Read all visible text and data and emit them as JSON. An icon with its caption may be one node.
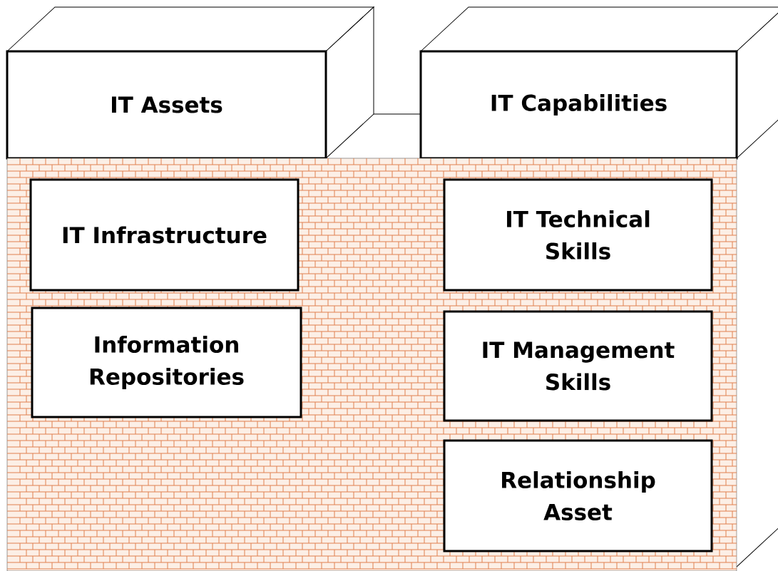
{
  "diagram": {
    "nodes": [
      {
        "text": [
          "IT Assets"
        ]
      },
      {
        "text": [
          "IT Capabilities"
        ]
      },
      {
        "text": [],
        "shape": "box"
      },
      {
        "text": [
          "IT Infrastructure"
        ],
        "in": 2
      },
      {
        "text": [
          "Information Repositories"
        ],
        "in": 2
      },
      {
        "text": [
          "IT Technical Skills"
        ],
        "in": 2
      },
      {
        "text": [
          "IT Management Skills"
        ],
        "in": 2
      },
      {
        "text": [
          "Relationship Asset"
        ],
        "in": 2
      }
    ]
  }
}
